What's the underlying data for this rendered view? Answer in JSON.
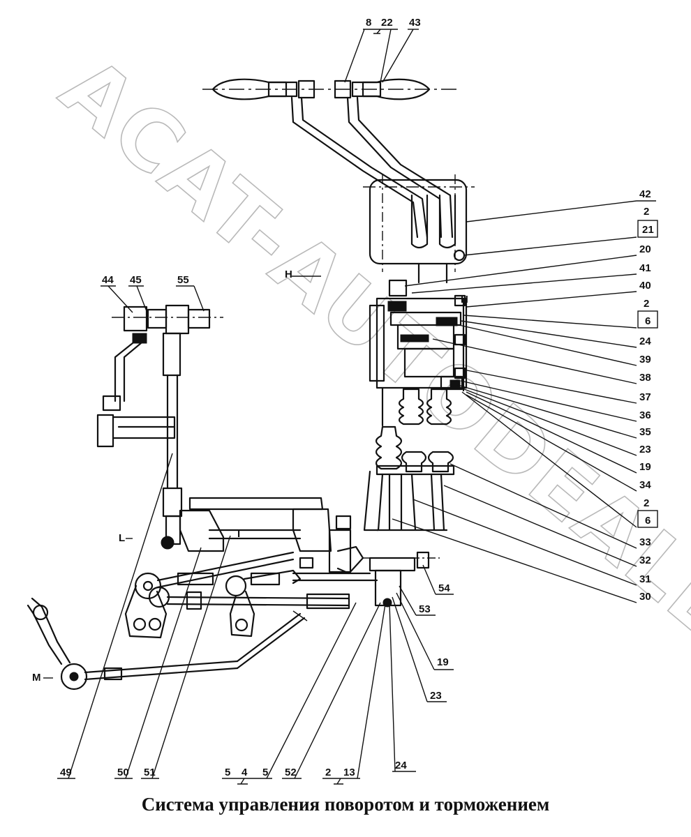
{
  "title": "Система управления поворотом и торможением",
  "watermark": "ACAT-AUTODEALER.RU",
  "marks": {
    "m": "M",
    "h": "H",
    "l": "L",
    "i": "I"
  },
  "callouts": {
    "c8": "8",
    "c22": "22",
    "c43": "43",
    "c42": "42",
    "c2a": "2",
    "c21": "21",
    "c20": "20",
    "c41": "41",
    "c40": "40",
    "c2b": "2",
    "c6a": "6",
    "c24": "24",
    "c39": "39",
    "c38": "38",
    "c37": "37",
    "c36": "36",
    "c35": "35",
    "c23": "23",
    "c19": "19",
    "c34": "34",
    "c2c": "2",
    "c6b": "6",
    "c33": "33",
    "c32": "32",
    "c31": "31",
    "c30": "30",
    "c44": "44",
    "c45": "45",
    "c55": "55",
    "c54": "54",
    "c53": "53",
    "c19b": "19",
    "c23b": "23",
    "c49": "49",
    "c50": "50",
    "c51": "51",
    "c5a": "5",
    "c4": "4",
    "c5b": "5",
    "c52": "52",
    "c2d": "2",
    "c13": "13",
    "c24b": "24"
  }
}
